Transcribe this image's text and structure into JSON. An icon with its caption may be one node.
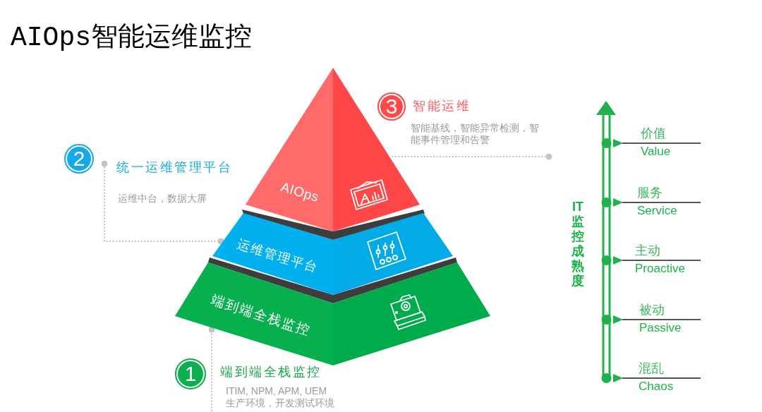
{
  "diagram": {
    "title": "AIOps智能运维监控",
    "nodes": [
      {
        "text": [
          "AIOps"
        ]
      },
      {
        "text": [
          "3"
        ]
      },
      {
        "text": [
          "智能运维",
          "智能基线，智能异常检测，智能事件管理和告警"
        ]
      },
      {
        "text": [
          "2"
        ]
      },
      {
        "text": [
          "统一运维管理平台",
          "运维中台，数据大屏"
        ]
      },
      {
        "text": [
          "运维管理平台"
        ]
      },
      {
        "text": [
          "端到端全栈监控"
        ]
      },
      {
        "text": [
          "1"
        ]
      },
      {
        "text": [
          "端到端全栈监控",
          "ITIM, NPM, APM, UEM",
          "生产环境，开发测试环境"
        ]
      }
    ],
    "edges": [
      {
        "from": 2,
        "to": 0,
        "arrow": "other",
        "style": "dashed"
      },
      {
        "from": 4,
        "to": 5,
        "arrow": "other",
        "style": "dashed"
      },
      {
        "from": 8,
        "to": 6,
        "arrow": "other",
        "style": "dashed"
      }
    ],
    "labels": [
      "IT监控成熟度",
      "价值",
      "Value",
      "服务",
      "Service",
      "主动",
      "Proactive",
      "被动",
      "Passive",
      "混乱",
      "Chaos"
    ]
  }
}
